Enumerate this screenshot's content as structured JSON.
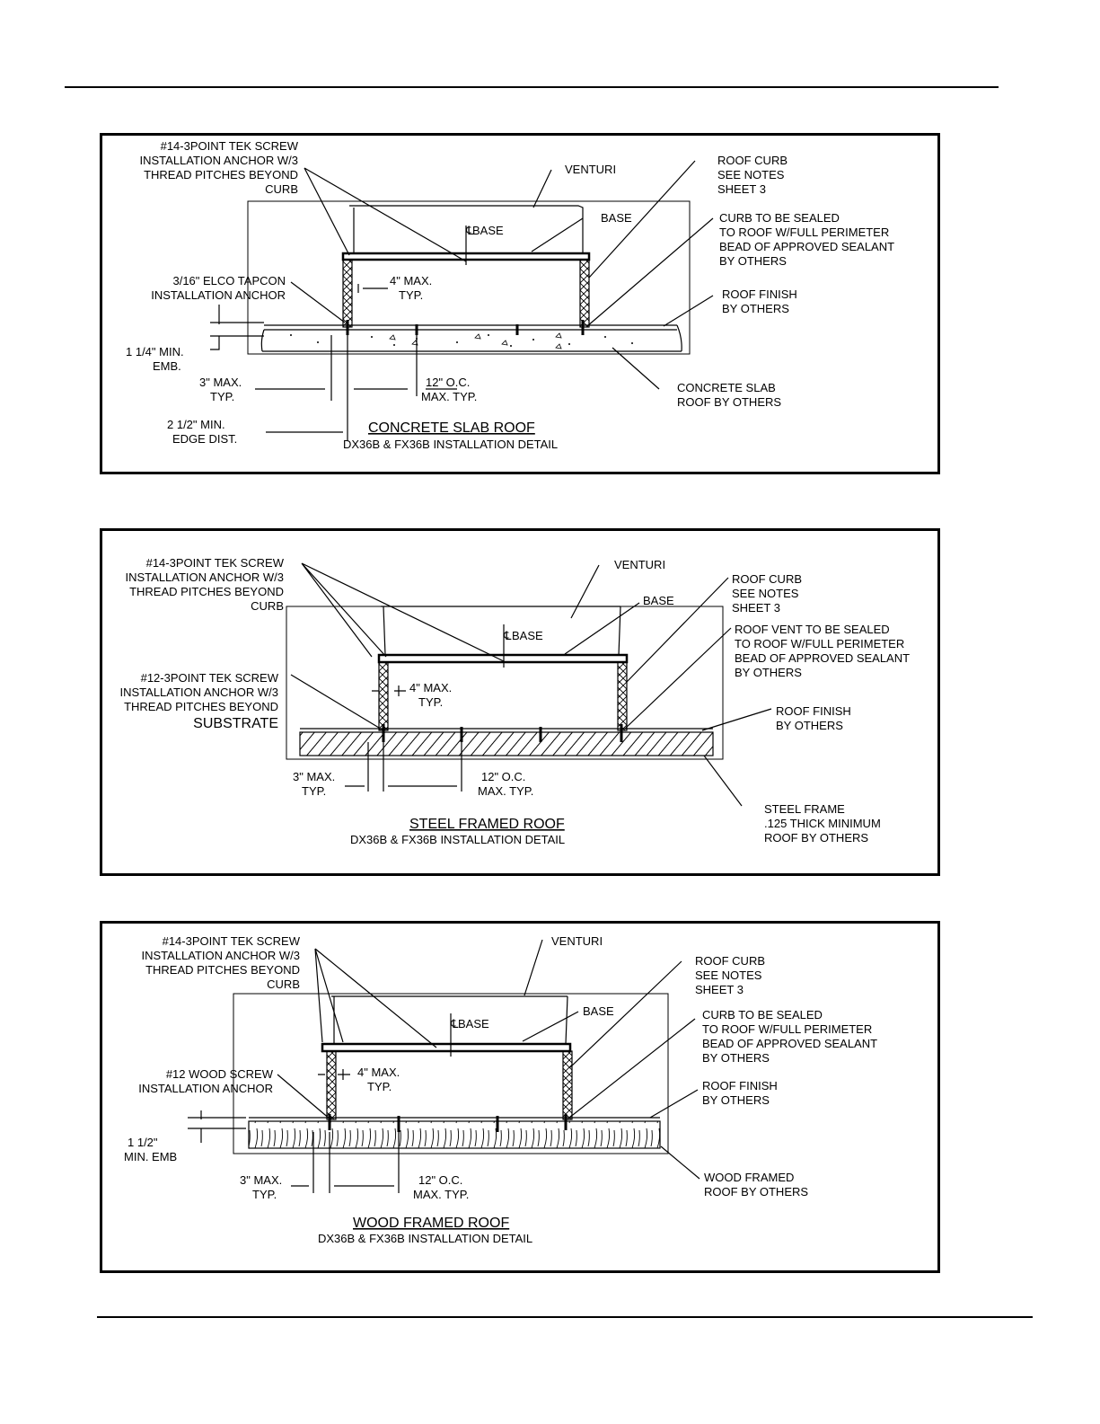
{
  "panels": [
    {
      "title": "CONCRETE SLAB ROOF",
      "subtitle": "DX36B & FX36B INSTALLATION DETAIL",
      "venturi": "VENTURI",
      "base": "BASE",
      "cl_base": "BASE",
      "screw": [
        "#14-3POINT TEK SCREW",
        "INSTALLATION ANCHOR W/3",
        "THREAD PITCHES BEYOND",
        "CURB"
      ],
      "anchor": [
        "3/16\" ELCO TAPCON",
        "INSTALLATION ANCHOR"
      ],
      "curb": [
        "ROOF CURB",
        "SEE NOTES",
        "SHEET 3"
      ],
      "sealed": [
        "CURB TO BE SEALED",
        "TO ROOF W/FULL PERIMETER",
        "BEAD OF APPROVED SEALANT",
        "BY OTHERS"
      ],
      "finish": [
        "ROOF FINISH",
        "BY OTHERS"
      ],
      "roof": [
        "CONCRETE SLAB",
        "ROOF BY OTHERS"
      ],
      "max4": [
        "4\" MAX.",
        "TYP."
      ],
      "emb": [
        "1 1/4\" MIN.",
        "EMB."
      ],
      "max3": [
        "3\" MAX.",
        "TYP."
      ],
      "oc": [
        "12\" O.C.",
        "MAX. TYP."
      ],
      "edge": [
        "2 1/2\" MIN.",
        "EDGE DIST."
      ]
    },
    {
      "title": "STEEL FRAMED ROOF",
      "subtitle": "DX36B & FX36B INSTALLATION DETAIL",
      "venturi": "VENTURI",
      "base": "BASE",
      "cl_base": "BASE",
      "screw": [
        "#14-3POINT TEK SCREW",
        "INSTALLATION ANCHOR W/3",
        "THREAD PITCHES BEYOND",
        "CURB"
      ],
      "anchor": [
        "#12-3POINT TEK SCREW",
        "INSTALLATION ANCHOR W/3",
        "THREAD PITCHES BEYOND",
        "SUBSTRATE"
      ],
      "curb": [
        "ROOF CURB",
        "SEE NOTES",
        "SHEET 3"
      ],
      "sealed": [
        "ROOF VENT TO BE SEALED",
        "TO ROOF W/FULL PERIMETER",
        "BEAD OF APPROVED SEALANT",
        "BY OTHERS"
      ],
      "finish": [
        "ROOF FINISH",
        "BY OTHERS"
      ],
      "roof": [
        "STEEL FRAME",
        ".125 THICK MINIMUM",
        "ROOF BY OTHERS"
      ],
      "max4": [
        "4\" MAX.",
        "TYP."
      ],
      "max3": [
        "3\" MAX.",
        "TYP."
      ],
      "oc": [
        "12\" O.C.",
        "MAX. TYP."
      ]
    },
    {
      "title": "WOOD FRAMED ROOF",
      "subtitle": "DX36B & FX36B INSTALLATION DETAIL",
      "venturi": "VENTURI",
      "base": "BASE",
      "cl_base": "BASE",
      "screw": [
        "#14-3POINT TEK SCREW",
        "INSTALLATION ANCHOR W/3",
        "THREAD PITCHES BEYOND",
        "CURB"
      ],
      "anchor": [
        "#12 WOOD SCREW",
        "INSTALLATION ANCHOR"
      ],
      "curb": [
        "ROOF CURB",
        "SEE NOTES",
        "SHEET 3"
      ],
      "sealed": [
        "CURB TO BE SEALED",
        "TO ROOF W/FULL PERIMETER",
        "BEAD OF APPROVED SEALANT",
        "BY OTHERS"
      ],
      "finish": [
        "ROOF FINISH",
        "BY OTHERS"
      ],
      "roof": [
        "WOOD FRAMED",
        "ROOF BY OTHERS"
      ],
      "max4": [
        "4\" MAX.",
        "TYP."
      ],
      "emb": [
        "1 1/2\"",
        "MIN. EMB"
      ],
      "max3": [
        "3\" MAX.",
        "TYP."
      ],
      "oc": [
        "12\" O.C.",
        "MAX. TYP."
      ]
    }
  ]
}
